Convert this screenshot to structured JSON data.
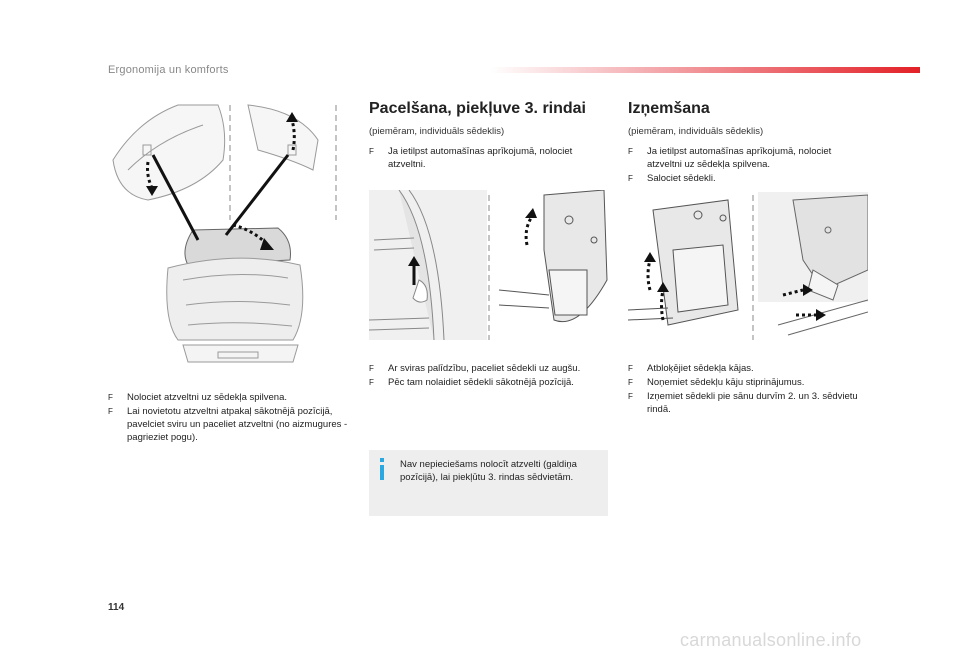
{
  "header": {
    "section_title": "Ergonomija un komforts",
    "accent_color": "#e32027"
  },
  "page_number": "114",
  "watermark": "carmanualsonline.info",
  "left": {
    "bullets": [
      "Nolociet atzveltni uz sēdekļa spilvena.",
      "Lai novietotu atzveltni atpakaļ sākotnējā pozīcijā, pavelciet sviru un paceliet atzveltni (no aizmugures - pagrieziet pogu)."
    ]
  },
  "middle": {
    "heading": "Pacelšana, piekļuve 3. rindai",
    "subheading": "(piemēram, individuāls sēdeklis)",
    "bullets_top": [
      "Ja ietilpst automašīnas aprīkojumā, nolociet atzveltni."
    ],
    "bullets_bottom": [
      "Ar sviras palīdzību, paceliet sēdekli uz augšu.",
      "Pēc tam nolaidiet sēdekli sākotnējā pozīcijā."
    ],
    "info_note": "Nav nepieciešams nolocīt atzvelti (galdiņa pozīcijā), lai piekļūtu 3. rindas sēdvietām."
  },
  "right": {
    "heading": "Izņemšana",
    "subheading": "(piemēram, individuāls sēdeklis)",
    "bullets_top": [
      "Ja ietilpst automašīnas aprīkojumā, nolociet atzveltni uz sēdekļa spilvena.",
      "Salociet sēdekli."
    ],
    "bullets_bottom": [
      "Atbloķējiet sēdekļa kājas.",
      "Noņemiet sēdekļu kāju stiprinājumus.",
      "Izņemiet sēdekli pie sānu durvīm 2. un 3. sēdvietu rindā."
    ]
  },
  "bullet_glyph": "F",
  "info_icon": "info-icon",
  "info_color": "#2ba8e0"
}
